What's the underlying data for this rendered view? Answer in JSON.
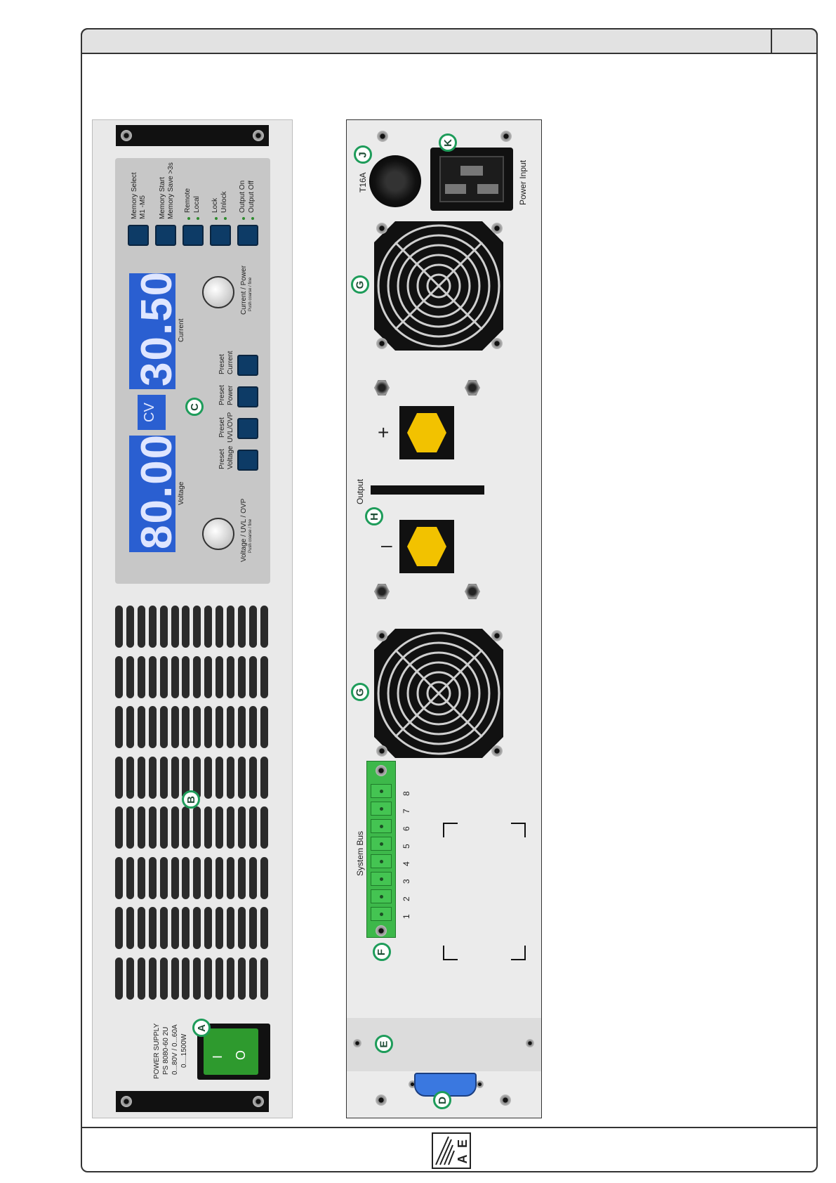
{
  "labels": {
    "front": {
      "memory_select": "Memory Select",
      "memory_select_range": "M1 -M5",
      "memory_start": "Memory Start",
      "memory_save": "Memory Save >3s",
      "remote": "Remote",
      "local": "Local",
      "lock": "Lock",
      "unlock": "Unlock",
      "output_on": "Output On",
      "output_off": "Output Off",
      "current_display": "30.50",
      "voltage_display": "80.00",
      "mode_indicator": "CV",
      "current_label": "Current",
      "voltage_label": "Voltage",
      "preset_current_1": "Preset",
      "preset_current_2": "Current",
      "preset_power_1": "Preset",
      "preset_power_2": "Power",
      "preset_uvl_1": "Preset",
      "preset_uvl_2": "UVL/OVP",
      "preset_voltage_1": "Preset",
      "preset_voltage_2": "Voltage",
      "knob_current_label": "Current / Power",
      "knob_current_sub": "Push coarse / fine",
      "knob_voltage_label": "Voltage / UVL / OVP",
      "knob_voltage_sub": "Push coarse / fine",
      "model_1": "POWER SUPPLY",
      "model_2": "PS 8080-60 2U",
      "model_3": "0...80V / 0...60A",
      "model_4": "0....1500W",
      "switch_on": "I",
      "switch_off": "O"
    },
    "rear": {
      "fuse": "T16A",
      "power_input": "Power Input",
      "output": "Output",
      "plus": "+",
      "minus": "–",
      "system_bus": "System Bus",
      "pins": [
        "1",
        "2",
        "3",
        "4",
        "5",
        "6",
        "7",
        "8"
      ]
    },
    "badges": [
      "A",
      "B",
      "C",
      "D",
      "E",
      "F",
      "G",
      "H",
      "J",
      "K"
    ]
  },
  "colors": {
    "panel": "#e8e8e8",
    "display": "#2a5fd1",
    "key": "#0d3b66",
    "badge_ring": "#1e9c5a",
    "switch": "#2e9a2e",
    "terminal": "#f2c200",
    "connector": "#3db84a",
    "sub_d": "#3a78e0"
  },
  "icons": [
    "fan-grille-icon",
    "screw-icon",
    "power-switch-icon",
    "fuse-holder-icon",
    "iec-inlet-icon",
    "sub-d-connector-icon",
    "ea-logo-icon"
  ]
}
